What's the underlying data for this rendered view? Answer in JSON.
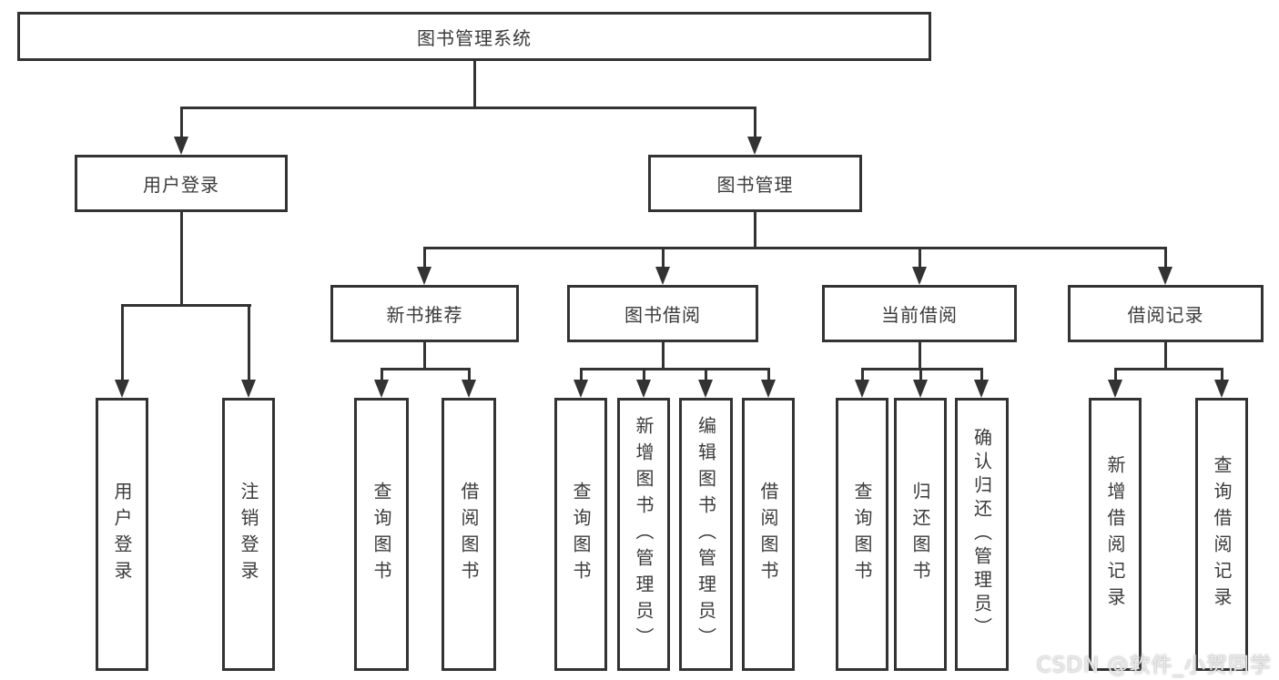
{
  "diagram": {
    "type": "hierarchy-tree",
    "root": {
      "label": "图书管理系统"
    },
    "level2": [
      {
        "label": "用户登录"
      },
      {
        "label": "图书管理"
      }
    ],
    "level3": [
      {
        "label": "新书推荐"
      },
      {
        "label": "图书借阅"
      },
      {
        "label": "当前借阅"
      },
      {
        "label": "借阅记录"
      }
    ],
    "leaves": {
      "user_login": [
        "用户登录",
        "注销登录"
      ],
      "new_book_rec": [
        "查询图书",
        "借阅图书"
      ],
      "book_borrow": [
        "查询图书",
        "新增图书（管理员）",
        "编辑图书（管理员）",
        "借阅图书"
      ],
      "current_borrow": [
        "查询图书",
        "归还图书",
        "确认归还（管理员）"
      ],
      "borrow_records": [
        "新增借阅记录",
        "查询借阅记录"
      ]
    }
  },
  "watermark": {
    "text": "CSDN @软件_小贺同学"
  },
  "colors": {
    "line": "#333333",
    "box_border": "#333333",
    "text": "#3b3b3b",
    "background": "#ffffff",
    "watermark": "#ececec"
  }
}
